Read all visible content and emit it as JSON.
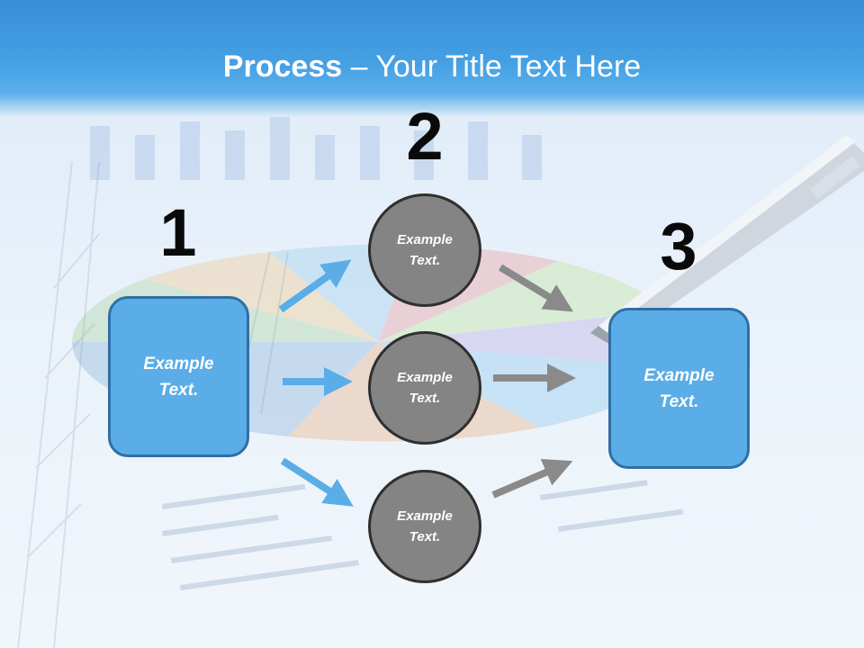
{
  "header": {
    "title_bold": "Process",
    "title_rest": " – Your Title Text Here"
  },
  "steps": {
    "step1_number": "1",
    "step2_number": "2",
    "step3_number": "3"
  },
  "boxes": {
    "left_box_text": "Example\nText.",
    "right_box_text": "Example\nText."
  },
  "circles": {
    "top_text": "Example\nText.",
    "middle_text": "Example\nText.",
    "bottom_text": "Example\nText."
  },
  "colors": {
    "header_blue": "#45a0e4",
    "box_fill": "#5aade7",
    "box_border": "#2f6fa6",
    "circle_fill": "#848484",
    "circle_border": "#2f2f2f",
    "arrow_blue": "#5aade7",
    "arrow_gray": "#8a8a8a"
  }
}
